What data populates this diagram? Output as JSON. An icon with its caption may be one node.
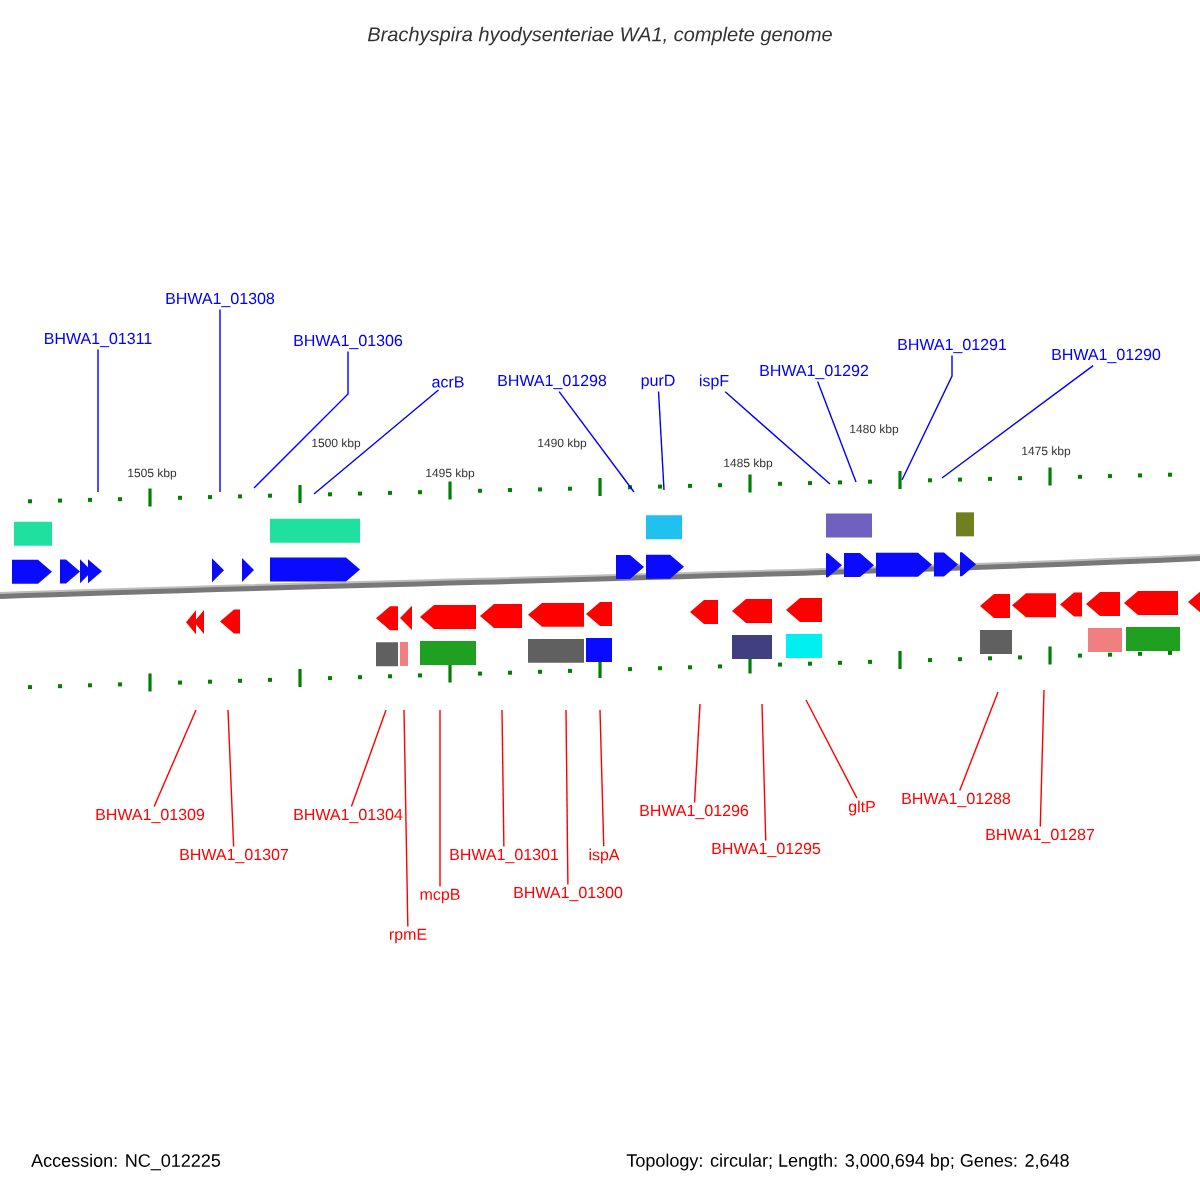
{
  "diagram": {
    "title": "Brachyspira hyodysenteriae WA1, complete genome",
    "nodes": [
      {
        "text": [
          "BHWA1_01311"
        ]
      },
      {
        "text": [
          "BHWA1_01308"
        ]
      },
      {
        "text": [
          "BHWA1_01306"
        ]
      },
      {
        "text": [
          "acrB"
        ]
      },
      {
        "text": [
          "BHWA1_01298"
        ]
      },
      {
        "text": [
          "purD"
        ]
      },
      {
        "text": [
          "ispF"
        ]
      },
      {
        "text": [
          "BHWA1_01292"
        ]
      },
      {
        "text": [
          "BHWA1_01291"
        ]
      },
      {
        "text": [
          "BHWA1_01290"
        ]
      },
      {
        "text": [
          "BHWA1_01309"
        ]
      },
      {
        "text": [
          "BHWA1_01307"
        ]
      },
      {
        "text": [
          "BHWA1_01304"
        ]
      },
      {
        "text": [
          "rpmE"
        ]
      },
      {
        "text": [
          "mcpB"
        ]
      },
      {
        "text": [
          "BHWA1_01301"
        ]
      },
      {
        "text": [
          "BHWA1_01300"
        ]
      },
      {
        "text": [
          "ispA"
        ]
      },
      {
        "text": [
          "BHWA1_01296"
        ]
      },
      {
        "text": [
          "BHWA1_01295"
        ]
      },
      {
        "text": [
          "gltP"
        ]
      },
      {
        "text": [
          "BHWA1_01288"
        ]
      },
      {
        "text": [
          "BHWA1_01287"
        ]
      }
    ],
    "edges": [
      {
        "from": 0,
        "to": null,
        "arrow": "none",
        "color": "#0000ff"
      },
      {
        "from": 1,
        "to": null,
        "arrow": "none",
        "color": "#0000ff"
      },
      {
        "from": 2,
        "to": null,
        "arrow": "none",
        "color": "#0000ff"
      },
      {
        "from": 3,
        "to": null,
        "arrow": "none",
        "color": "#0000ff"
      },
      {
        "from": 4,
        "to": null,
        "arrow": "none",
        "color": "#0000ff"
      },
      {
        "from": 5,
        "to": null,
        "arrow": "none",
        "color": "#0000ff"
      },
      {
        "from": 6,
        "to": null,
        "arrow": "none",
        "color": "#0000ff"
      },
      {
        "from": 7,
        "to": null,
        "arrow": "none",
        "color": "#0000ff"
      },
      {
        "from": 8,
        "to": null,
        "arrow": "none",
        "color": "#0000ff"
      },
      {
        "from": 9,
        "to": null,
        "arrow": "none",
        "color": "#0000ff"
      },
      {
        "from": 10,
        "to": null,
        "arrow": "none"
      },
      {
        "from": 11,
        "to": null,
        "arrow": "none"
      },
      {
        "from": 12,
        "to": null,
        "arrow": "none"
      },
      {
        "from": 13,
        "to": null,
        "arrow": "none"
      },
      {
        "from": 14,
        "to": null,
        "arrow": "none"
      },
      {
        "from": 15,
        "to": null,
        "arrow": "none"
      },
      {
        "from": 16,
        "to": null,
        "arrow": "none"
      },
      {
        "from": 17,
        "to": null,
        "arrow": "none"
      },
      {
        "from": 18,
        "to": null,
        "arrow": "none"
      },
      {
        "from": 19,
        "to": null,
        "arrow": "none"
      },
      {
        "from": 20,
        "to": null,
        "arrow": "none"
      },
      {
        "from": 21,
        "to": null,
        "arrow": "none"
      },
      {
        "from": 22,
        "to": null,
        "arrow": "none"
      }
    ],
    "labels": [
      "1505 kbp",
      "1500 kbp",
      "1495 kbp",
      "1490 kbp",
      "1485 kbp",
      "1480 kbp",
      "1475 kbp",
      "Accession: NC_012225",
      "Topology: circular; Length: 3,000,694 bp; Genes: 2,648"
    ]
  }
}
